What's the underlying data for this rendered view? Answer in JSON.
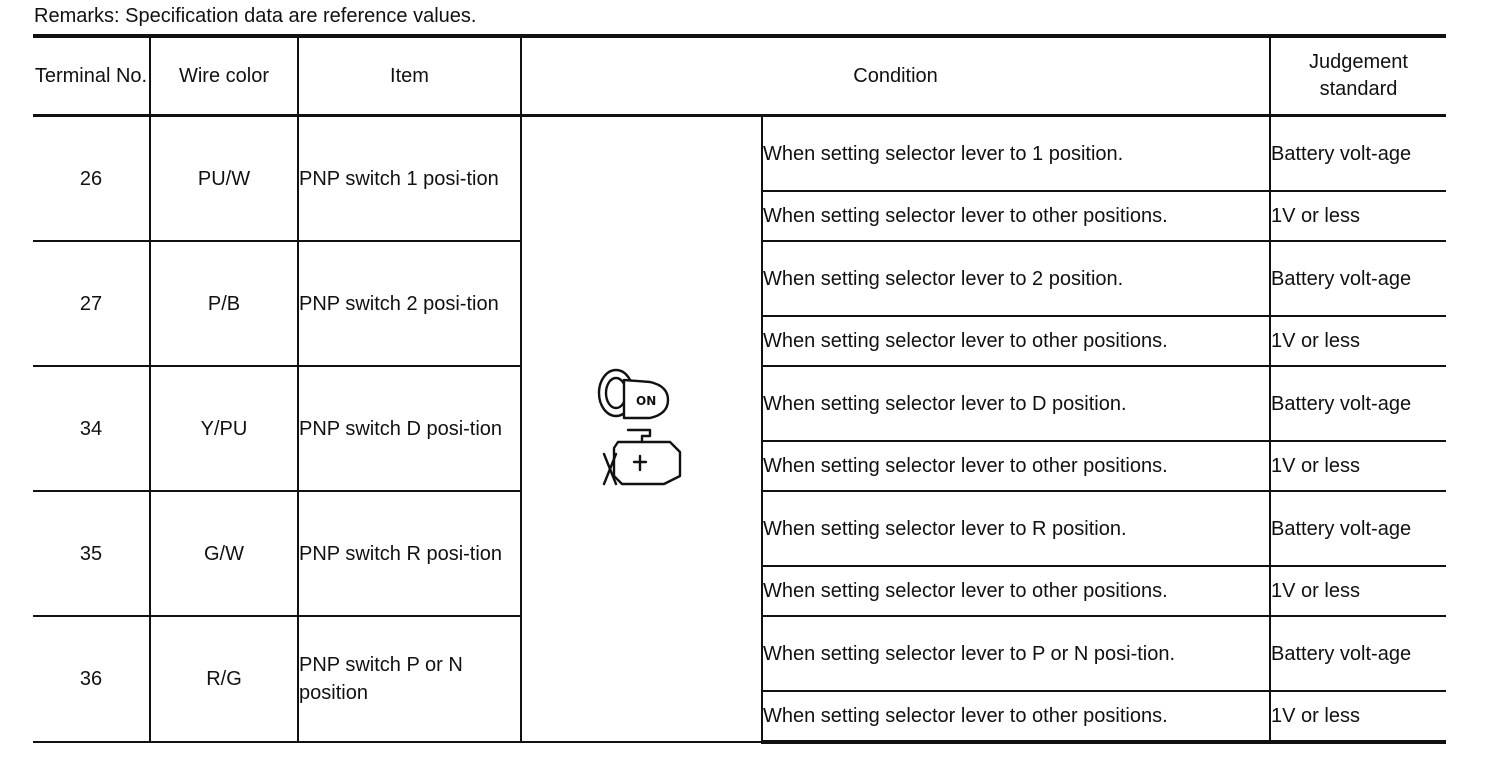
{
  "remarks": "Remarks: Specification data are reference values.",
  "headers": {
    "terminal": "Terminal No.",
    "wire_color": "Wire color",
    "item": "Item",
    "condition": "Condition",
    "judgement": "Judgement standard"
  },
  "icons": [
    "ignition-key-on-icon",
    "engine-idle-icon"
  ],
  "icon_key_text": "ON",
  "rows": [
    {
      "terminal": "26",
      "wire_color": "PU/W",
      "item": "PNP switch 1 posi-tion",
      "conditions": [
        {
          "text": "When setting selector lever to 1 position.",
          "standard": "Battery volt-age"
        },
        {
          "text": "When setting selector lever to other positions.",
          "standard": "1V or less"
        }
      ]
    },
    {
      "terminal": "27",
      "wire_color": "P/B",
      "item": "PNP switch 2 posi-tion",
      "conditions": [
        {
          "text": "When setting selector lever to 2 position.",
          "standard": "Battery volt-age"
        },
        {
          "text": "When setting selector lever to other positions.",
          "standard": "1V or less"
        }
      ]
    },
    {
      "terminal": "34",
      "wire_color": "Y/PU",
      "item": "PNP switch D posi-tion",
      "conditions": [
        {
          "text": "When setting selector lever to D position.",
          "standard": "Battery volt-age"
        },
        {
          "text": "When setting selector lever to other positions.",
          "standard": "1V or less"
        }
      ]
    },
    {
      "terminal": "35",
      "wire_color": "G/W",
      "item": "PNP switch R posi-tion",
      "conditions": [
        {
          "text": "When setting selector lever to R position.",
          "standard": "Battery volt-age"
        },
        {
          "text": "When setting selector lever to other positions.",
          "standard": "1V or less"
        }
      ]
    },
    {
      "terminal": "36",
      "wire_color": "R/G",
      "item": "PNP switch P or N position",
      "conditions": [
        {
          "text": "When setting selector lever to P or N posi-tion.",
          "standard": "Battery volt-age"
        },
        {
          "text": "When setting selector lever to other positions.",
          "standard": "1V or less"
        }
      ]
    }
  ]
}
